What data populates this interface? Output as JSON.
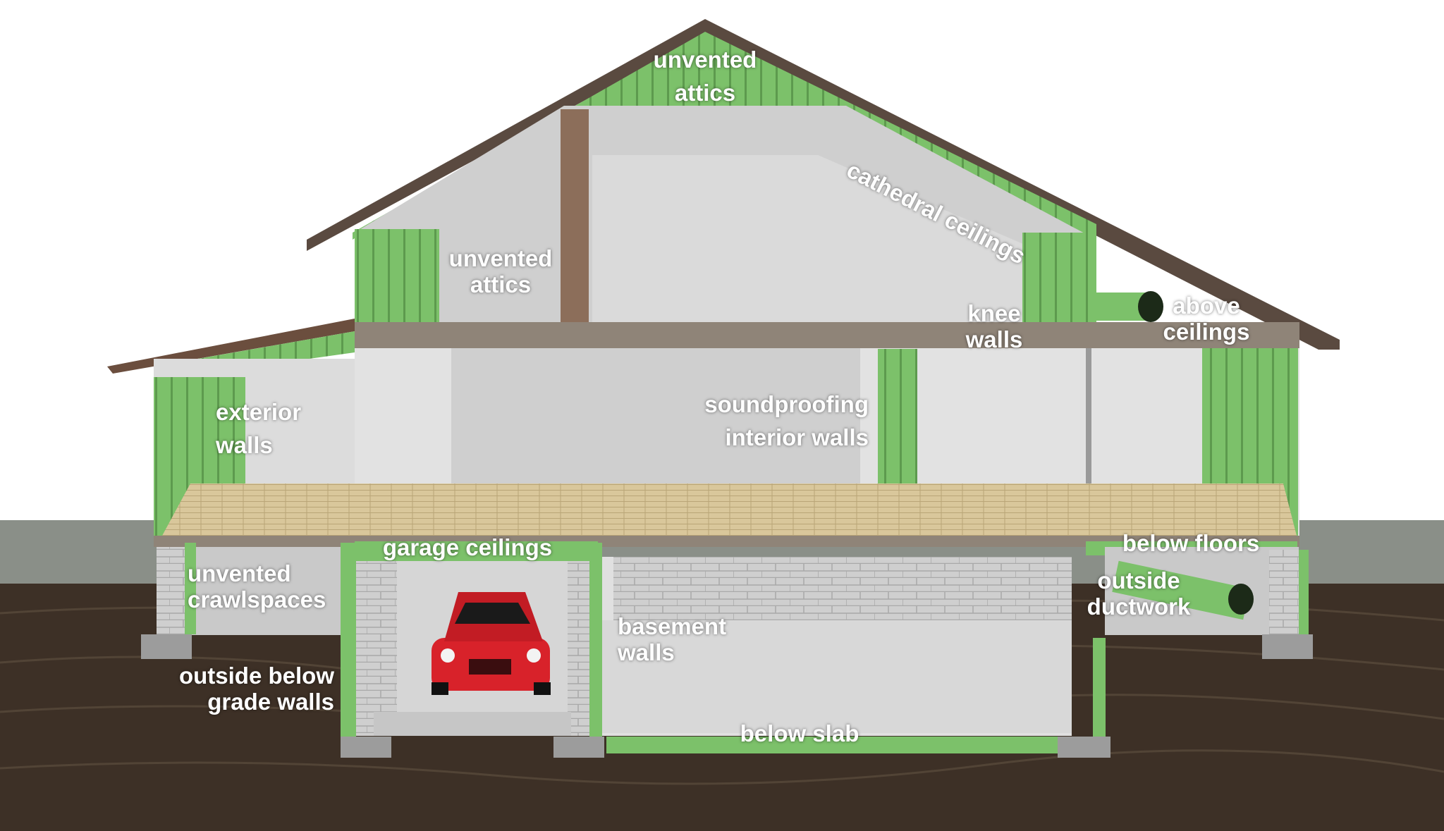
{
  "labels": {
    "unvented_attics_top": [
      "unvented",
      "attics"
    ],
    "cathedral_ceilings": "cathedral ceilings",
    "unvented_attics_left": [
      "unvented",
      "attics"
    ],
    "knee_walls": [
      "knee",
      "walls"
    ],
    "above_ceilings": [
      "above",
      "ceilings"
    ],
    "exterior_walls": [
      "exterior",
      "walls"
    ],
    "soundproofing_interior_walls": [
      "soundproofing",
      "interior walls"
    ],
    "garage_ceilings": "garage ceilings",
    "below_floors": "below floors",
    "unvented_crawlspaces": [
      "unvented",
      "crawlspaces"
    ],
    "outside_ductwork": [
      "outside",
      "ductwork"
    ],
    "basement_walls": [
      "basement",
      "walls"
    ],
    "outside_below_grade_walls": [
      "outside below",
      "grade walls"
    ],
    "below_slab": "below slab"
  },
  "colors": {
    "insulation_green": "#7cc16a",
    "soil": "#3d3026",
    "ground_gray": "#8a8f88",
    "wall_gray": "#d4d4d4",
    "floor_wood": "#d9c79b",
    "car_red": "#d8222a"
  }
}
